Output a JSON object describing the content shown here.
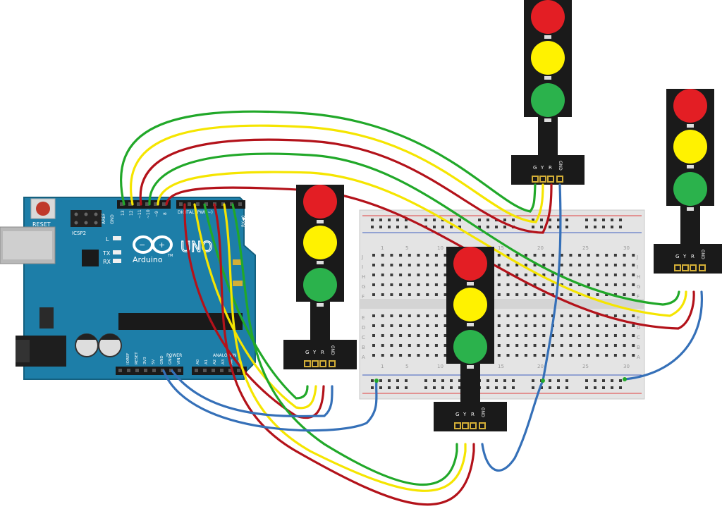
{
  "arduino": {
    "reset": "RESET",
    "icsp": "ICSP2",
    "aref": "AREF",
    "gnd": "GND",
    "pins_top": [
      "13",
      "12",
      "~11",
      "~10",
      "~9",
      "8"
    ],
    "digital": "DIGITAL (PWM~)",
    "rx_tx": "RX◀0",
    "led_l": "L",
    "led_tx": "TX",
    "led_rx": "RX",
    "brand": "Arduino",
    "tm": "TM",
    "model": "UNO",
    "power": "POWER",
    "analog": "ANALOG IN",
    "power_pins": [
      "IOREF",
      "RESET",
      "3V3",
      "5V",
      "GND",
      "GND",
      "VIN"
    ],
    "analog_pins": [
      "A0",
      "A1",
      "A2",
      "A3",
      "A4",
      "A5"
    ]
  },
  "breadboard": {
    "col_numbers": [
      "1",
      "5",
      "10",
      "15",
      "20",
      "25",
      "30"
    ],
    "rows_top": [
      "J",
      "I",
      "H",
      "G",
      "F"
    ],
    "rows_bottom": [
      "E",
      "D",
      "C",
      "B",
      "A"
    ]
  },
  "traffic_light": {
    "pins": [
      "G",
      "Y",
      "R",
      "GND"
    ],
    "colors": {
      "red": "#e31e24",
      "yellow": "#fff200",
      "green": "#2bb24c",
      "body": "#1a1a1a"
    }
  },
  "wires": {
    "green": "#21a829",
    "yellow": "#f5e500",
    "red": "#b3121a",
    "blue": "#3570b8"
  }
}
